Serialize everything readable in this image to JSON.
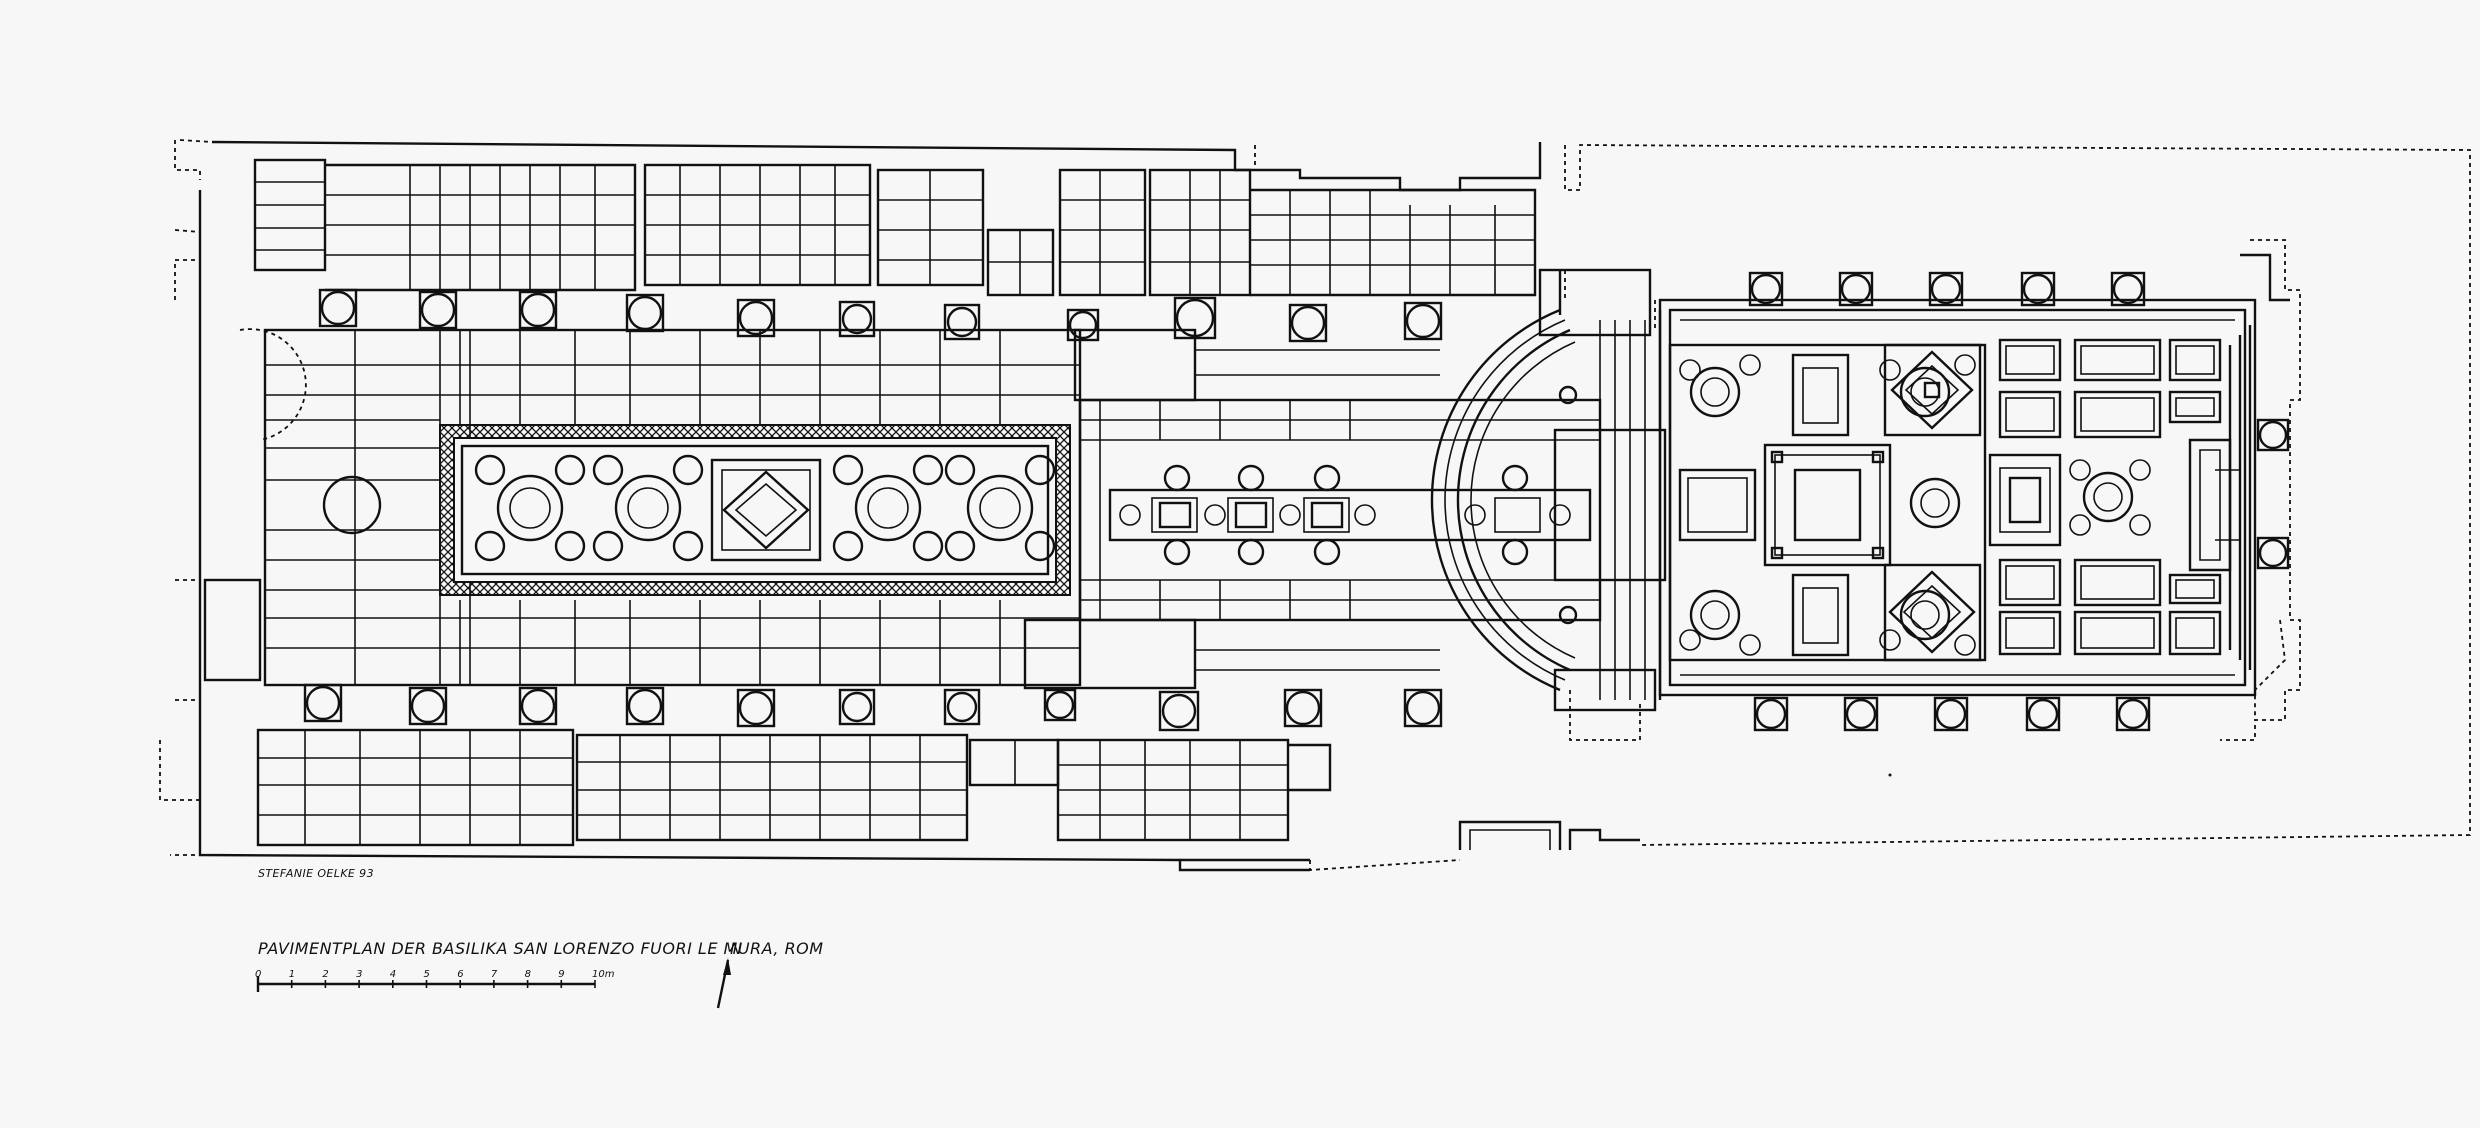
{
  "credit": "STEFANIE OELKE 93",
  "caption": "PAVIMENTPLAN DER BASILIKA SAN LORENZO FUORI LE MURA, ROM",
  "north_label": "N",
  "scale": {
    "labels": [
      "0",
      "1",
      "2",
      "3",
      "4",
      "5",
      "6",
      "7",
      "8",
      "9",
      "10m"
    ]
  },
  "ink_color": "#111111",
  "paper_color": "#f7f7f7"
}
